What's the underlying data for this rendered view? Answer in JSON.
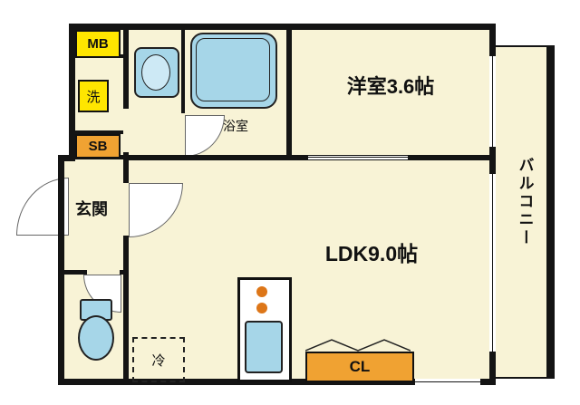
{
  "type": "floor-plan",
  "labels": {
    "mb": "MB",
    "washer": "洗",
    "sb": "SB",
    "genkan": "玄関",
    "bathroom": "浴室",
    "western_room": "洋室3.6帖",
    "balcony": "バルコニー",
    "ldk": "LDK9.0帖",
    "fridge": "冷",
    "closet": "CL"
  },
  "colors": {
    "floor": "#F8F3D6",
    "wall": "#141414",
    "fixture": "#A6D6E8",
    "fixture_light": "#CDE9F5",
    "label_yellow": "#FFE600",
    "label_orange": "#F0A232",
    "burner": "#DD7618",
    "background": "#FFFFFF"
  }
}
